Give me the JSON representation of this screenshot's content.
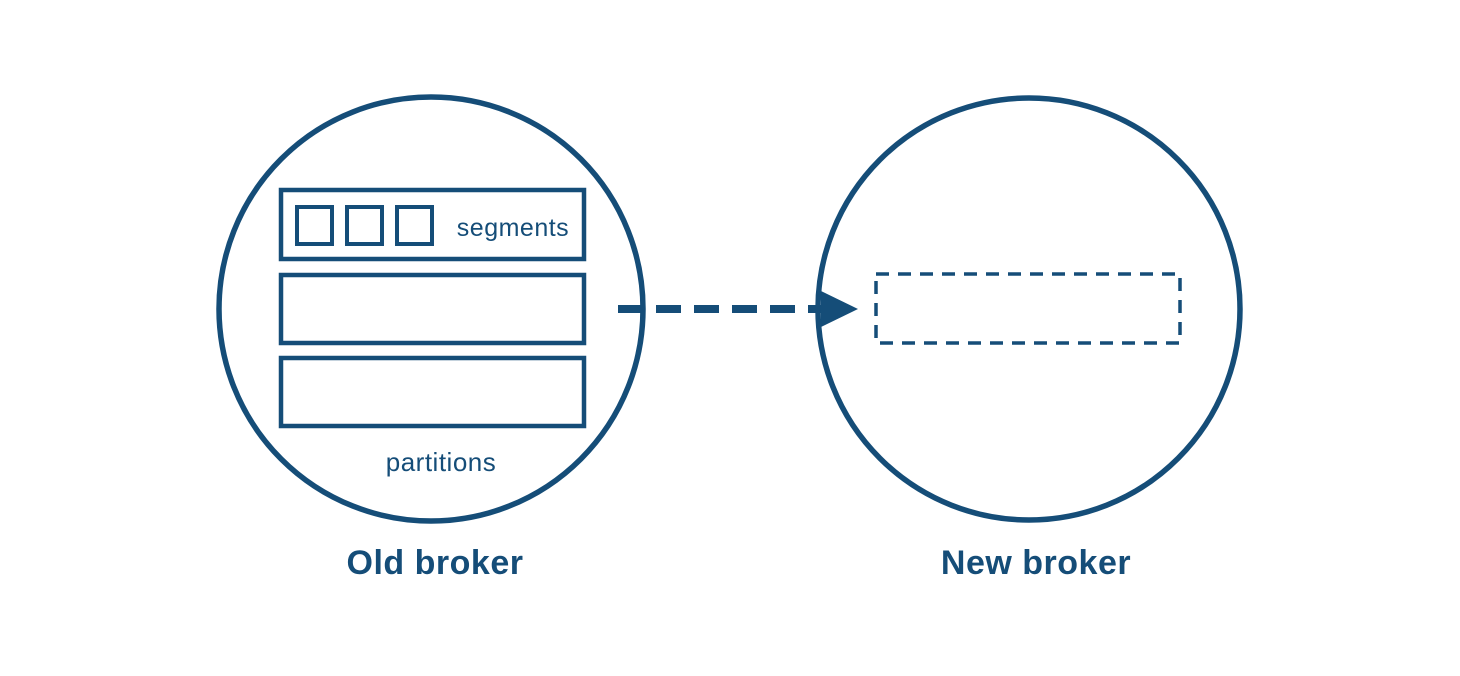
{
  "colors": {
    "accent": "#154d78",
    "background": "#ffffff"
  },
  "diagram": {
    "old_broker": {
      "label": "Old broker",
      "segments_label": "segments",
      "partitions_label": "partitions",
      "partition_count": 3,
      "segment_count": 3
    },
    "new_broker": {
      "label": "New broker",
      "placeholder_partition": "empty dashed partition slot"
    },
    "arrow": {
      "style": "dashed",
      "from": "Old broker",
      "to": "New broker"
    }
  }
}
